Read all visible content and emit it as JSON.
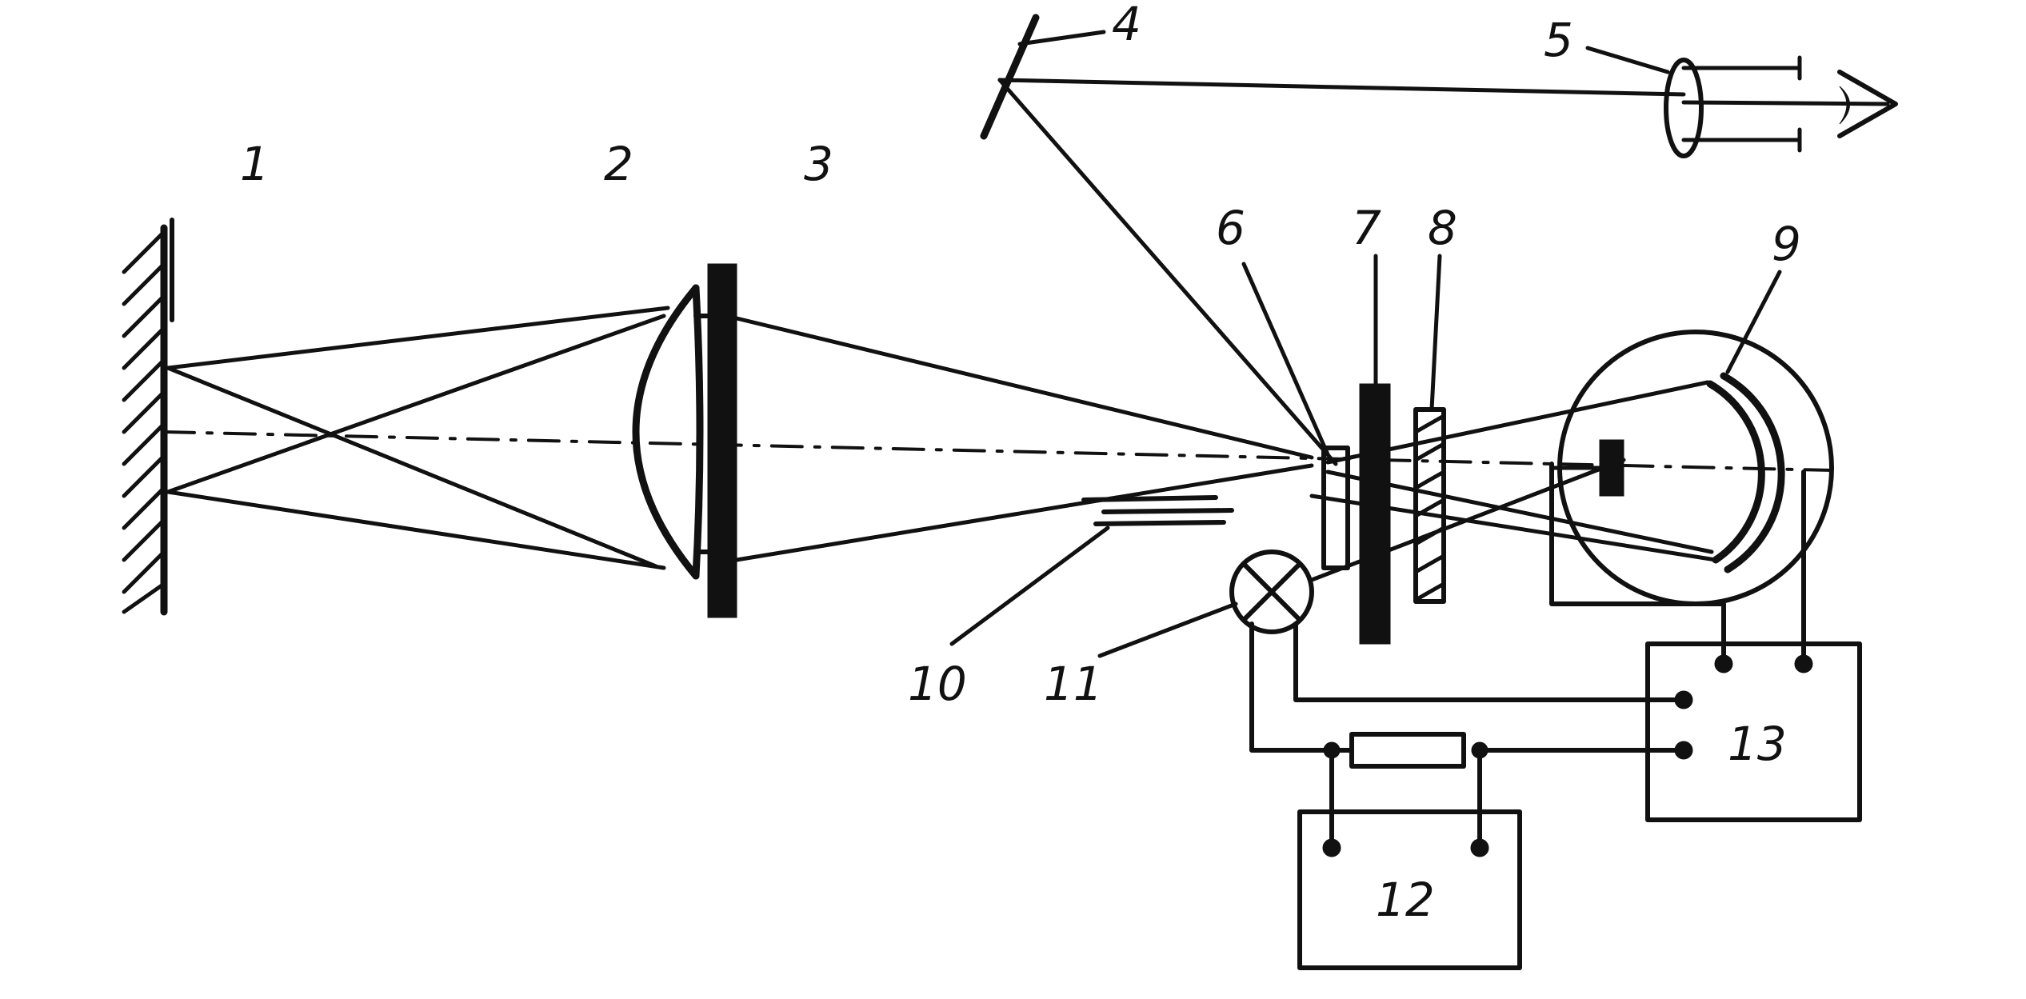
{
  "labels": {
    "l1": "1",
    "l2": "2",
    "l3": "3",
    "l4": "4",
    "l5": "5",
    "l6": "6",
    "l7": "7",
    "l8": "8",
    "l9": "9",
    "l10": "10",
    "l11": "11",
    "l12": "12",
    "l13": "13"
  }
}
